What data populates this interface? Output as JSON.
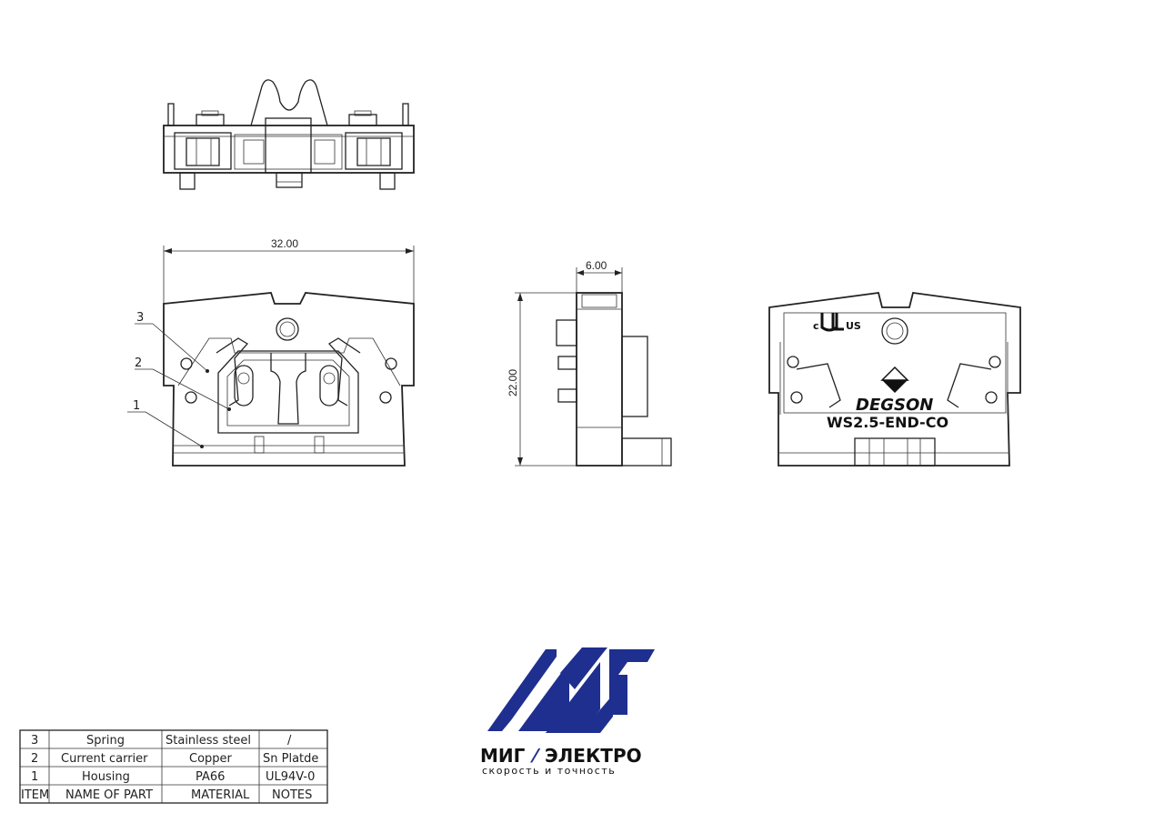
{
  "dimensions": {
    "width": "32.00",
    "depth": "6.00",
    "height": "22.00"
  },
  "callouts": [
    "3",
    "2",
    "1"
  ],
  "marking": {
    "cert": "c",
    "cert_suffix": "US",
    "brand": "DEGSON",
    "part_number": "WS2.5-END-CO"
  },
  "bom": {
    "rows": [
      {
        "item": "3",
        "name": "Spring",
        "material": "Stainless steel",
        "notes": "/"
      },
      {
        "item": "2",
        "name": "Current carrier",
        "material": "Copper",
        "notes": "Sn Platde"
      },
      {
        "item": "1",
        "name": "Housing",
        "material": "PA66",
        "notes": "UL94V-0"
      }
    ],
    "header": {
      "item": "ITEM",
      "name": "NAME OF PART",
      "material": "MATERIAL",
      "notes": "NOTES"
    }
  },
  "logo": {
    "name": "МИГ ЭЛЕКТРО",
    "name_left": "МИГ",
    "name_right": "ЭЛЕКТРО",
    "tagline": "скорость и точность",
    "color": "#1e2f8f"
  }
}
